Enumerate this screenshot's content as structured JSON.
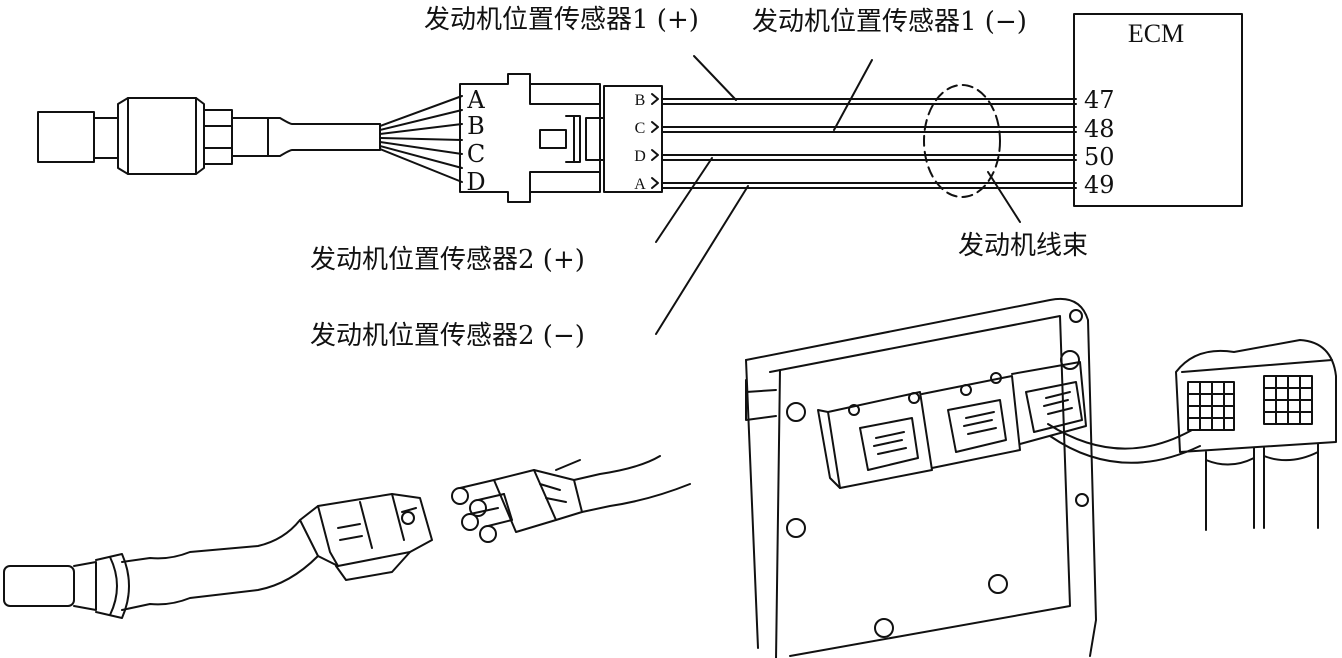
{
  "labels": {
    "sensor1_pos": "发动机位置传感器1 (+)",
    "sensor1_neg": "发动机位置传感器1 (−)",
    "sensor2_pos": "发动机位置传感器2 (+)",
    "sensor2_neg": "发动机位置传感器2 (−)",
    "harness": "发动机线束",
    "ecm": "ECM"
  },
  "plug_pins": [
    "A",
    "B",
    "C",
    "D"
  ],
  "socket_pins": [
    "B",
    "C",
    "D",
    "A"
  ],
  "ecm_pins": [
    "47",
    "48",
    "50",
    "49"
  ],
  "colors": {
    "line": "#111111",
    "background": "#ffffff"
  }
}
